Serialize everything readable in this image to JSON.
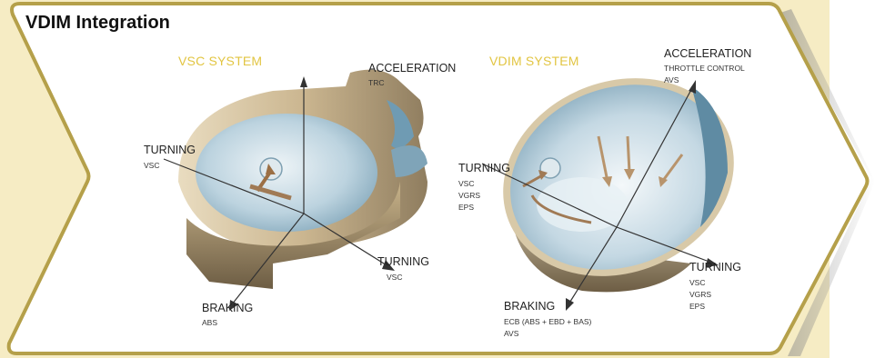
{
  "title": "VDIM Integration",
  "left": {
    "system": "VSC SYSTEM",
    "acceleration": {
      "label": "ACCELERATION",
      "subs": [
        "TRC"
      ]
    },
    "turning_left": {
      "label": "TURNING",
      "subs": [
        "VSC"
      ]
    },
    "turning_right": {
      "label": "TURNING",
      "subs": [
        "VSC"
      ]
    },
    "braking": {
      "label": "BRAKING",
      "subs": [
        "ABS"
      ]
    }
  },
  "right": {
    "system": "VDIM SYSTEM",
    "acceleration": {
      "label": "ACCELERATION",
      "subs": [
        "THROTTLE CONTROL",
        "AVS"
      ]
    },
    "turning_left": {
      "label": "TURNING",
      "subs": [
        "VSC",
        "VGRS",
        "EPS"
      ]
    },
    "turning_right": {
      "label": "TURNING",
      "subs": [
        "VSC",
        "VGRS",
        "EPS"
      ]
    },
    "braking": {
      "label": "BRAKING",
      "subs": [
        "ECB (ABS + EBD + BAS)",
        "AVS"
      ]
    }
  },
  "colors": {
    "panel": "#f6ecc4",
    "frame": "#b5a04a",
    "system_label": "#e2c542",
    "bowl": "#bcd3df",
    "rim": "#c9b58f"
  }
}
